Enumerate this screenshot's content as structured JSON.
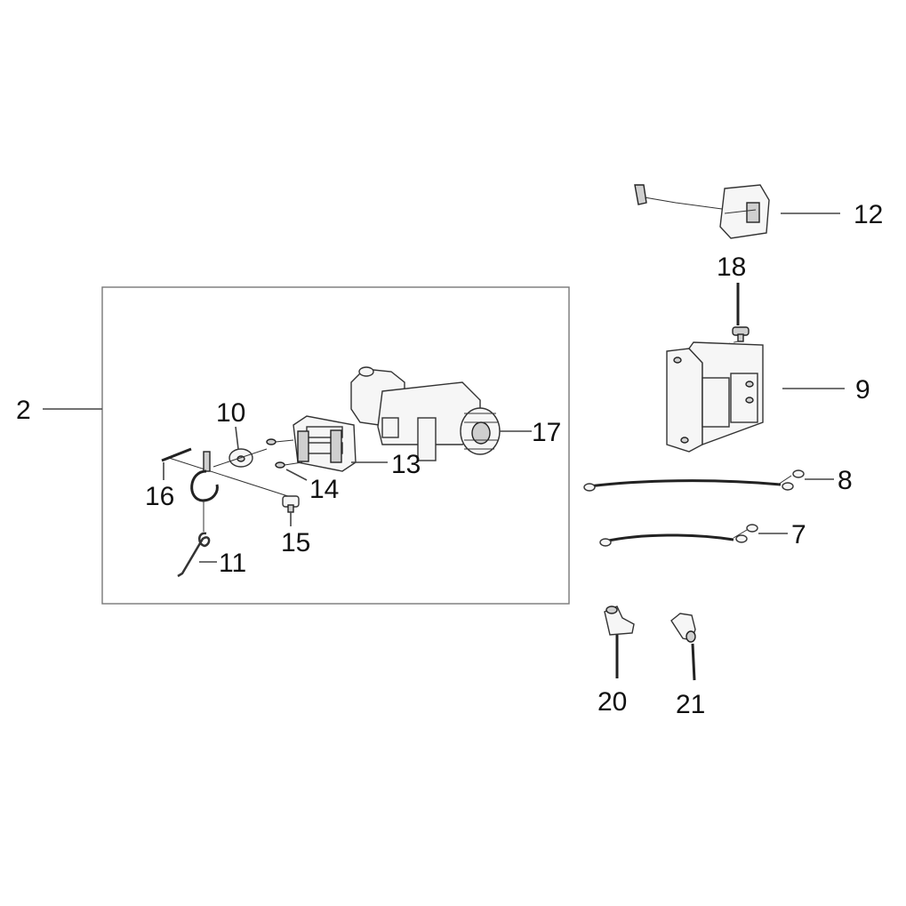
{
  "diagram": {
    "callouts": {
      "c2": "2",
      "c7": "7",
      "c8": "8",
      "c9": "9",
      "c10": "10",
      "c11": "11",
      "c12": "12",
      "c13": "13",
      "c14": "14",
      "c15": "15",
      "c16": "16",
      "c17": "17",
      "c18": "18",
      "c20": "20",
      "c21": "21"
    }
  }
}
